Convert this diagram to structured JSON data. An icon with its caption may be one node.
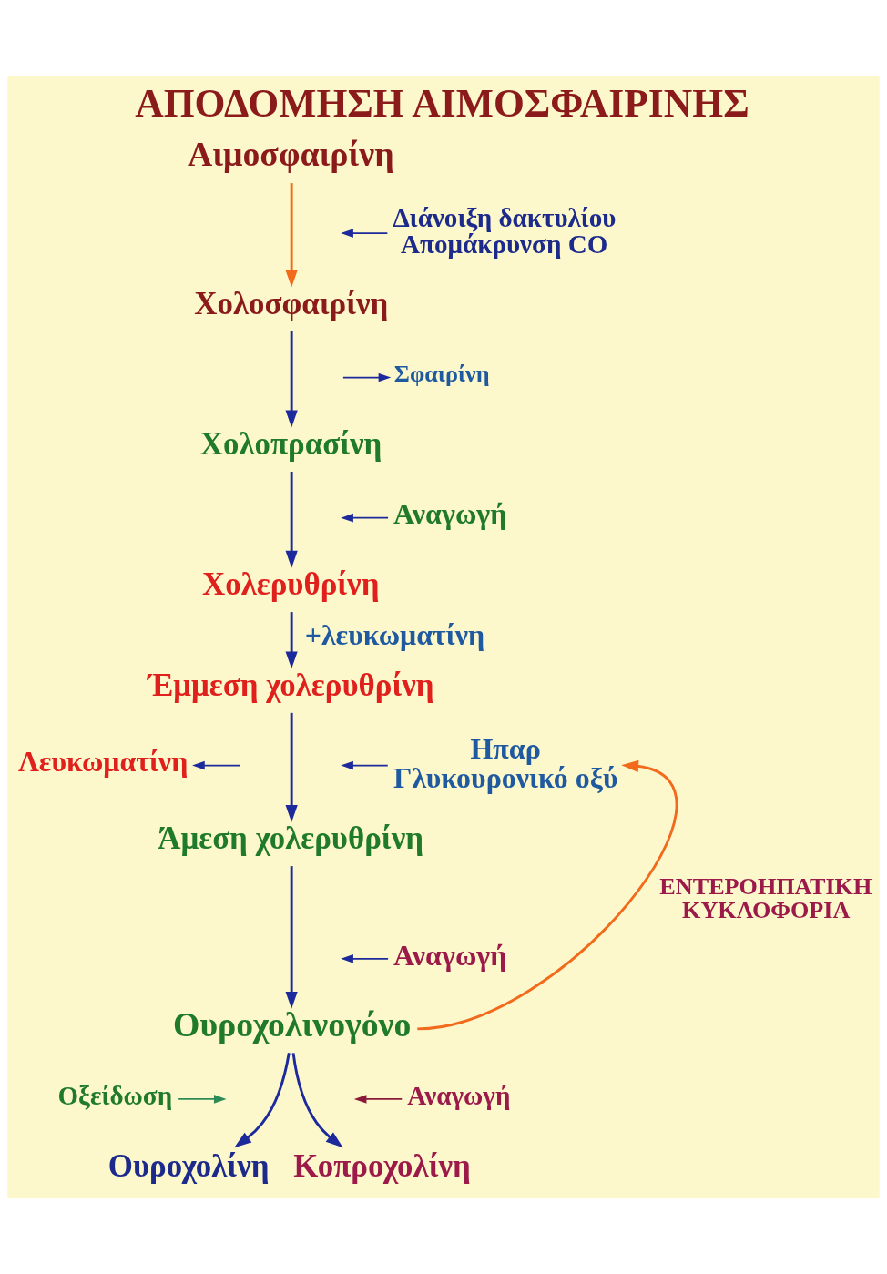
{
  "diagram": {
    "title": "ΑΠΟΔΟΜΗΣΗ ΑΙΜΟΣΦΑΙΡΙΝΗΣ",
    "nodes": [
      {
        "text": [
          "Αιμοσφαιρίνη"
        ]
      },
      {
        "text": [
          "Διάνοιξη δακτυλίου",
          "Απομάκρυνση CO"
        ]
      },
      {
        "text": [
          "Χολοσφαιρίνη"
        ]
      },
      {
        "text": [
          "Σφαιρίνη"
        ]
      },
      {
        "text": [
          "Χολοπρασίνη"
        ]
      },
      {
        "text": [
          "Αναγωγή"
        ]
      },
      {
        "text": [
          "Χολερυθρίνη"
        ]
      },
      {
        "text": [
          "Έμμεση χολερυθρίνη"
        ]
      },
      {
        "text": [
          "Λευκωματίνη"
        ]
      },
      {
        "text": [
          "Ηπαρ",
          "Γλυκουρονικό οξύ"
        ]
      },
      {
        "text": [
          "Άμεση χολερυθρίνη"
        ]
      },
      {
        "text": [
          "Αναγωγή"
        ]
      },
      {
        "text": [
          "Ουροχολινογόνο"
        ]
      },
      {
        "text": [
          "Οξείδωση"
        ]
      },
      {
        "text": [
          "Αναγωγή"
        ]
      },
      {
        "text": [
          "Ουροχολίνη"
        ]
      },
      {
        "text": [
          "Κοπροχολίνη"
        ]
      }
    ],
    "edges": [
      {
        "from": 0,
        "to": 2,
        "arrow": "to",
        "color": "#f26a1b"
      },
      {
        "from": 1,
        "to": null,
        "arrow": "to"
      },
      {
        "from": 2,
        "to": 4,
        "arrow": "to"
      },
      {
        "from": null,
        "to": 3,
        "arrow": "to"
      },
      {
        "from": 4,
        "to": 6,
        "arrow": "to"
      },
      {
        "from": 5,
        "to": null,
        "arrow": "to"
      },
      {
        "from": 6,
        "to": 7,
        "arrow": "to",
        "label": "+λευκωματίνη"
      },
      {
        "from": 7,
        "to": 10,
        "arrow": "to"
      },
      {
        "from": null,
        "to": 8,
        "arrow": "to"
      },
      {
        "from": 9,
        "to": null,
        "arrow": "to"
      },
      {
        "from": 10,
        "to": 12,
        "arrow": "to"
      },
      {
        "from": 11,
        "to": null,
        "arrow": "to"
      },
      {
        "from": 12,
        "to": 9,
        "arrow": "to",
        "color": "#f26a1b",
        "label": "ΕΝΤΕΡΟΗΠΑΤΙΚΗ ΚΥΚΛΟΦΟΡΙΑ"
      },
      {
        "from": 12,
        "to": 15,
        "arrow": "to"
      },
      {
        "from": 12,
        "to": 16,
        "arrow": "to"
      },
      {
        "from": 13,
        "to": null,
        "arrow": "to",
        "color": "#2e8b57"
      },
      {
        "from": 14,
        "to": null,
        "arrow": "to",
        "color": "#8b1a3a"
      }
    ]
  }
}
